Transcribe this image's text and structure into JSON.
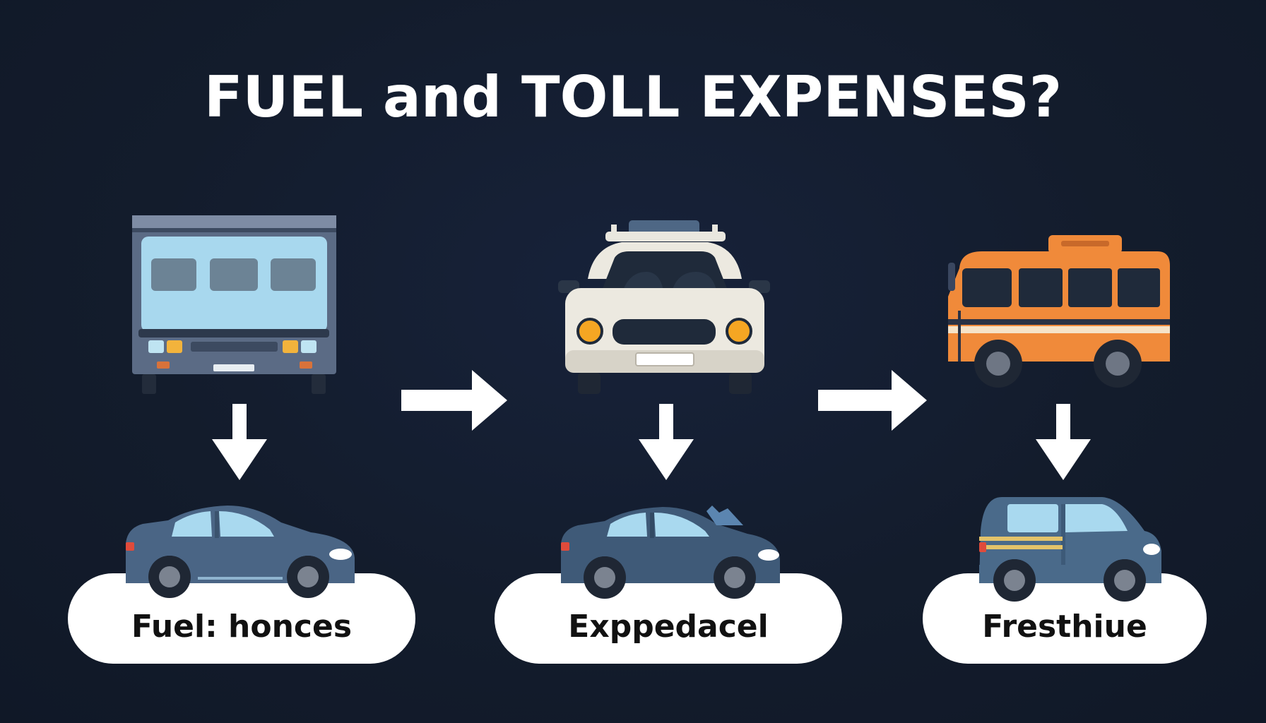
{
  "title": "FUEL and TOLL EXPENSES?",
  "labels": [
    "Fuel: honces",
    "Exppedacel",
    "Fresthiue"
  ],
  "colors": {
    "background": "#131c2c",
    "arrow": "#ffffff",
    "pill": "#ffffff",
    "bus_body": "#5b6b85",
    "bus_glass": "#a8d8ee",
    "taxi_body": "#ece9e0",
    "orange_bus": "#f08a3a",
    "car_body": "#4a6585"
  },
  "icons": [
    "bus-front-icon",
    "taxi-front-icon",
    "orange-bus-icon",
    "sedan-icon",
    "sedan-icon",
    "van-icon"
  ]
}
